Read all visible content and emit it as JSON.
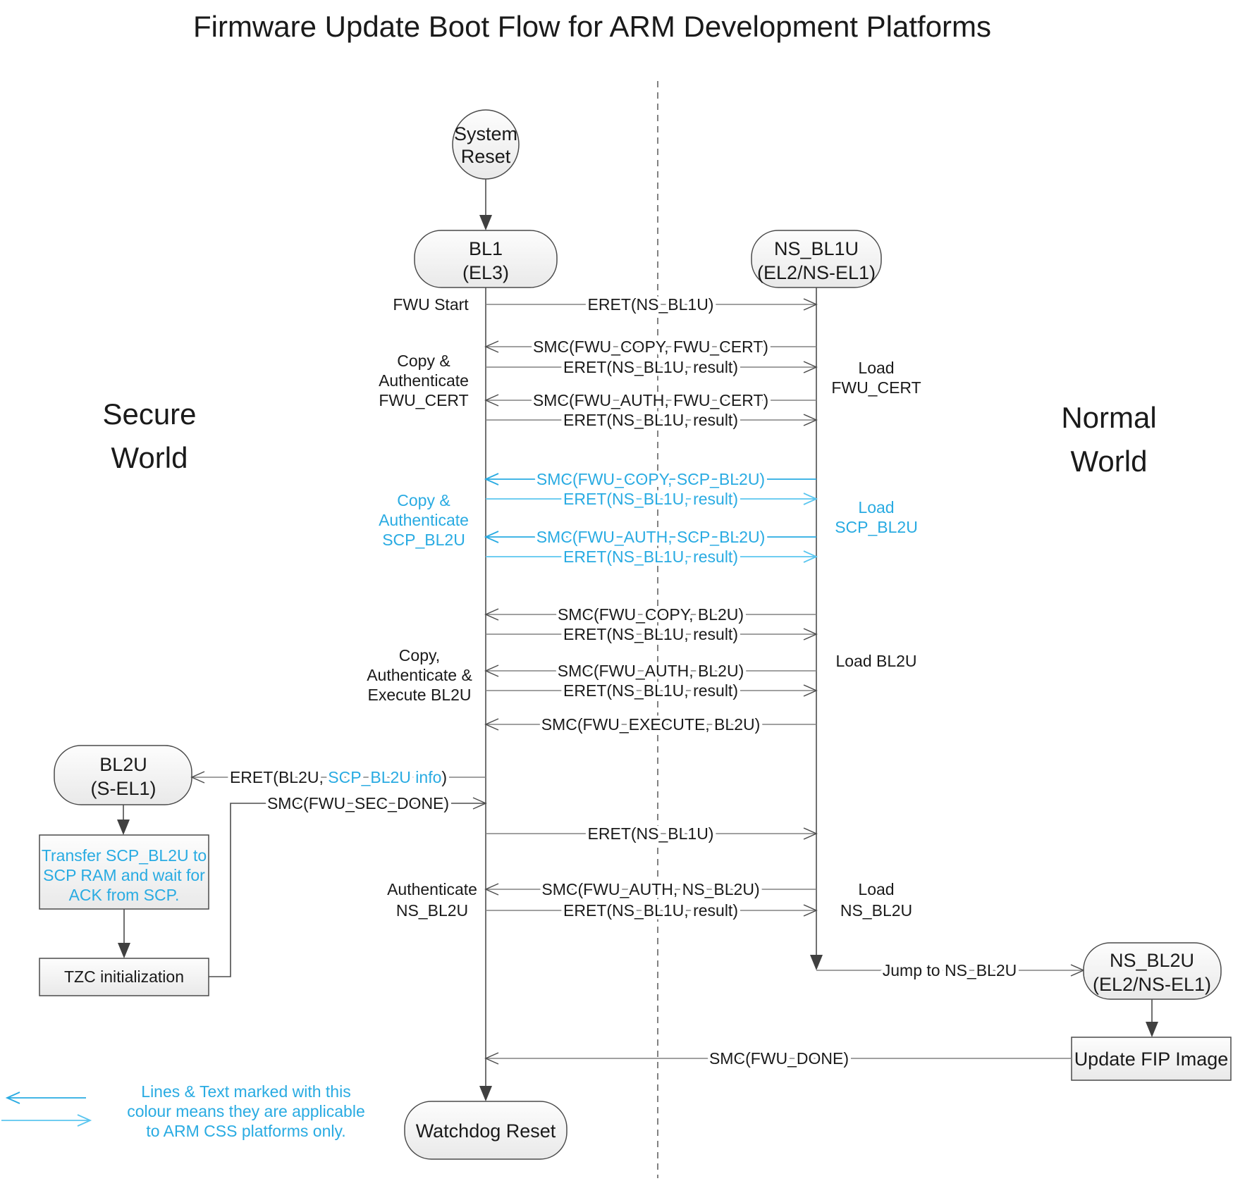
{
  "title": "Firmware Update Boot Flow for ARM Development Platforms",
  "regions": {
    "secure": [
      "Secure",
      "World"
    ],
    "normal": [
      "Normal",
      "World"
    ]
  },
  "nodes": {
    "system_reset": [
      "System",
      "Reset"
    ],
    "bl1": [
      "BL1",
      "(EL3)"
    ],
    "ns_bl1u": [
      "NS_BL1U",
      "(EL2/NS-EL1)"
    ],
    "bl2u": [
      "BL2U",
      "(S-EL1)"
    ],
    "ns_bl2u": [
      "NS_BL2U",
      "(EL2/NS-EL1)"
    ],
    "watchdog_reset": "Watchdog Reset",
    "update_fip": "Update FIP Image",
    "transfer_scp": [
      "Transfer SCP_BL2U to",
      "SCP RAM and wait for",
      "ACK from SCP."
    ],
    "tzc_init": "TZC initialization"
  },
  "messages": {
    "eret_ns_bl1u_start": "ERET(NS_BL1U)",
    "smc_fwu_copy_fwu_cert": "SMC(FWU_COPY, FWU_CERT)",
    "eret_result_1": "ERET(NS_BL1U, result)",
    "smc_fwu_auth_fwu_cert": "SMC(FWU_AUTH, FWU_CERT)",
    "eret_result_2": "ERET(NS_BL1U, result)",
    "smc_fwu_copy_scp_bl2u": "SMC(FWU_COPY, SCP_BL2U)",
    "eret_result_3": "ERET(NS_BL1U, result)",
    "smc_fwu_auth_scp_bl2u": "SMC(FWU_AUTH, SCP_BL2U)",
    "eret_result_4": "ERET(NS_BL1U, result)",
    "smc_fwu_copy_bl2u": "SMC(FWU_COPY, BL2U)",
    "eret_result_5": "ERET(NS_BL1U, result)",
    "smc_fwu_auth_bl2u": "SMC(FWU_AUTH, BL2U)",
    "eret_result_6": "ERET(NS_BL1U, result)",
    "smc_fwu_execute_bl2u": "SMC(FWU_EXECUTE, BL2U)",
    "eret_bl2u_part1": "ERET(BL2U, ",
    "eret_bl2u_part2_blue": "SCP_BL2U info",
    "eret_bl2u_part3": ")",
    "smc_fwu_sec_done": "SMC(FWU_SEC_DONE)",
    "eret_ns_bl1u_2": "ERET(NS_BL1U)",
    "smc_fwu_auth_ns_bl2u": "SMC(FWU_AUTH, NS_BL2U)",
    "eret_result_7": "ERET(NS_BL1U, result)",
    "jump_to_ns_bl2u": "Jump to NS_BL2U",
    "smc_fwu_done": "SMC(FWU_DONE)"
  },
  "side_labels": {
    "fwu_start": "FWU Start",
    "copy_auth_fwu_cert": [
      "Copy &",
      "Authenticate",
      "FWU_CERT"
    ],
    "load_fwu_cert": [
      "Load",
      "FWU_CERT"
    ],
    "copy_auth_scp_bl2u": [
      "Copy &",
      "Authenticate",
      "SCP_BL2U"
    ],
    "load_scp_bl2u": [
      "Load",
      "SCP_BL2U"
    ],
    "copy_auth_exec_bl2u": [
      "Copy,",
      "Authenticate &",
      "Execute BL2U"
    ],
    "load_bl2u": "Load BL2U",
    "authenticate_ns_bl2u": [
      "Authenticate",
      "NS_BL2U"
    ],
    "load_ns_bl2u": [
      "Load",
      "NS_BL2U"
    ]
  },
  "legend": {
    "lines": [
      "Lines & Text marked with this",
      "colour means they are applicable",
      "to ARM CSS platforms only."
    ]
  },
  "colors": {
    "accent_blue": "#29ABE2",
    "accent_blue_light": "#5BC6EF",
    "line_gray": "#828282",
    "text_black": "#1a1a1a"
  }
}
